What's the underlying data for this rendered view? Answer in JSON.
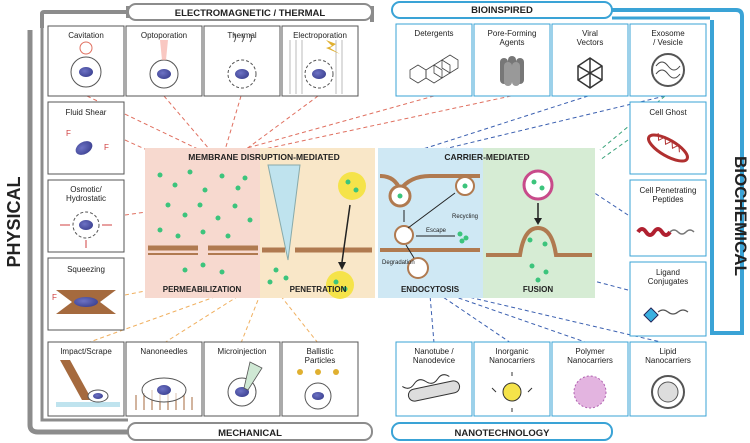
{
  "categories": {
    "electromagnetic_thermal": "ELECTROMAGNETIC / THERMAL",
    "bioinspired": "BIOINSPIRED",
    "physical": "PHYSICAL",
    "biochemical": "BIOCHEMICAL",
    "mechanical": "MECHANICAL",
    "nanotechnology": "NANOTECHNOLOGY"
  },
  "physical_methods": {
    "top": [
      "Cavitation",
      "Optoporation",
      "Thermal",
      "Electroporation"
    ],
    "left": [
      "Fluid Shear",
      "Osmotic/\nHydrostatic",
      "Squeezing"
    ],
    "bottom": [
      "Impact/Scrape",
      "Nanoneedles",
      "Microinjection",
      "Ballistic\nParticles"
    ]
  },
  "biochemical_methods": {
    "top": [
      "Detergents",
      "Pore-Forming\nAgents",
      "Viral\nVectors",
      "Exosome\n/ Vesicle"
    ],
    "right": [
      "Cell Ghost",
      "Cell Penetrating\nPeptides",
      "Ligand\nConjugates"
    ],
    "bottom": [
      "Nanotube /\nNanodevice",
      "Inorganic\nNanocarriers",
      "Polymer\nNanocarriers",
      "Lipid\nNanocarriers"
    ]
  },
  "center": {
    "membrane_title": "MEMBRANE DISRUPTION-MEDIATED",
    "carrier_title": "CARRIER-MEDIATED",
    "permeabilization": "PERMEABILIZATION",
    "penetration": "PENETRATION",
    "endocytosis": "ENDOCYTOSIS",
    "fusion": "FUSION",
    "recycling": "Recycling",
    "escape": "Escape",
    "degradation": "Degradation"
  },
  "colors": {
    "physical_frame": "#999999",
    "biochemical_frame": "#3aa3d6",
    "permeabilization_bg": "#f7d9cf",
    "penetration_bg": "#f9e7c8",
    "endocytosis_bg": "#cfe8f4",
    "fusion_bg": "#d6ecd4",
    "particle": "#3cc47c",
    "nucleus": "#4a4fa3"
  }
}
